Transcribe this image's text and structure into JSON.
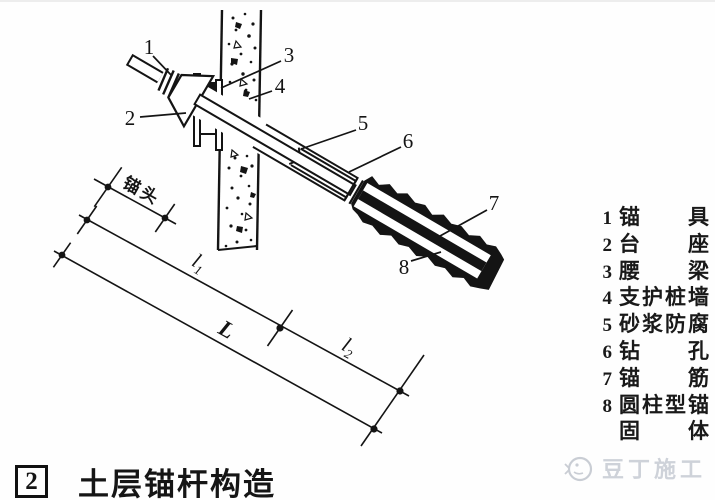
{
  "figure": {
    "number": "2",
    "title": "土层锚杆构造"
  },
  "diagram": {
    "part_labels": [
      "1",
      "2",
      "3",
      "4",
      "5",
      "6",
      "7",
      "8"
    ],
    "dim_anchor_head": "锚头",
    "dim_l1_base": "l",
    "dim_l1_sub": "1",
    "dim_l2_base": "l",
    "dim_l2_sub": "2",
    "dim_total": "L"
  },
  "legend": {
    "items": [
      {
        "num": "1",
        "text": "锚具"
      },
      {
        "num": "2",
        "text": "台座"
      },
      {
        "num": "3",
        "text": "腰梁"
      },
      {
        "num": "4",
        "text": "支护桩墙"
      },
      {
        "num": "5",
        "text": "砂浆防腐"
      },
      {
        "num": "6",
        "text": "钻孔"
      },
      {
        "num": "7",
        "text": "锚筋"
      },
      {
        "num": "8",
        "text": "圆柱型锚"
      },
      {
        "num": "",
        "text": "固体"
      }
    ]
  },
  "watermark": {
    "text": "豆丁施工"
  },
  "colors": {
    "ink": "#141414",
    "watermark": "#ced2d9"
  }
}
